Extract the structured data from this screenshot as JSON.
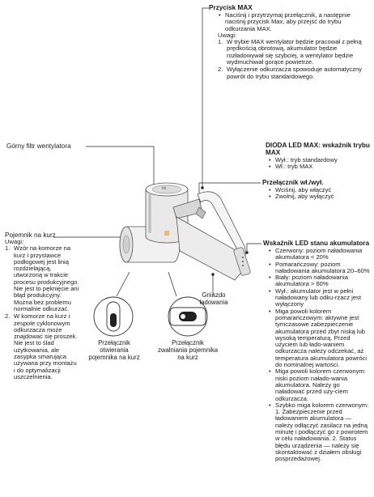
{
  "max_button": {
    "title": "Przycisk MAX",
    "bullets": [
      "Naciśnij i przytrzymaj przełącznik, a następnie naciśnij przycisk Max, aby przejść do trybu odkurzania MAX."
    ],
    "notes_label": "Uwagi:",
    "notes": [
      "W trybie MAX wentylator będzie pracował z pełną prędkością obrotową, akumulator będzie rozładowywał się szybciej, a wentylator będzie wydmuchiwał gorące powietrze.",
      "Wyłączenie odkurzacza spowoduje automatyczny powrót do trybu standardowego."
    ]
  },
  "max_led": {
    "title": "DIODA LED MAX: wskaźnik trybu MAX",
    "bullets": [
      "Wył.: tryb standardowy",
      "Wł.: tryb MAX"
    ]
  },
  "power_switch": {
    "title": "Przełącznik wł./wył.",
    "bullets": [
      "Wciśnij, aby włączyć",
      "Zwolnij, aby wyłączyć"
    ]
  },
  "battery_led": {
    "title": "Wskaźnik LED stanu akumulatora",
    "bullets": [
      "Czerwony: poziom naładowania akumulatora < 20%",
      "Pomarańczowy: poziom naładowania akumulatora 20–60%",
      "Biały: poziom naładowania akumulatora > 60%",
      "Wył.: akumulator jest w pełni naładowany lub odku-rzacz jest wyłączony",
      "Miga powoli kolorem pomarańczowym: aktywne jest tymczasowe zabezpieczenie akumulatora przed zbyt niską lub wysoką temperaturą. Przed użyciem lub łado-waniem odkurzacza należy odczekać, aż temperatura akumulatora powróci do nominalnej wartości.",
      "Miga powoli kolorem czerwonym: niski poziom nałado-wania akumulatora. Należy go naładować przed uży-ciem odkurzacza.",
      "Szybko miga kolorem czerwonym: 1. Zabezpieczenie przed ładowaniem akumulatora — należy odłączyć zasilacz na jedną minutę i podłączyć go z powrotem w celu naładowania. 2. Status błędu urządzenia — należy się skontaktować z działem obsługi posprzedażowej."
    ]
  },
  "fan_filter": {
    "label": "Górny filtr wentylatora"
  },
  "dust_bin": {
    "title": "Pojemnik na kurz",
    "notes_label": "Uwagi:",
    "notes": [
      "Wzór na komorze na kurz i przystawce podłogowej jest linią rozdzielającą, utworzoną w trakcie procesu produkcyjnego. Nie jest to pęknięcie ani błąd produkcyjny. Można bez problemu normalnie odkurzać.",
      "W komorze na kurz i zespole cyklonowym odkurzacza może znajdować się proszek. Nie jest to ślad użytkowania, ale zasypka smarująca używana przy montażu i do optymalizacji uszczelnienia."
    ]
  },
  "charging_port": {
    "label": "Gniazdo ładowania"
  },
  "open_switch": {
    "label": "Przełącznik otwierania pojemnika na kurz"
  },
  "release_switch": {
    "label": "Przełącznik zwalniania pojemnika na kurz"
  },
  "device": {
    "logo": "mi"
  }
}
